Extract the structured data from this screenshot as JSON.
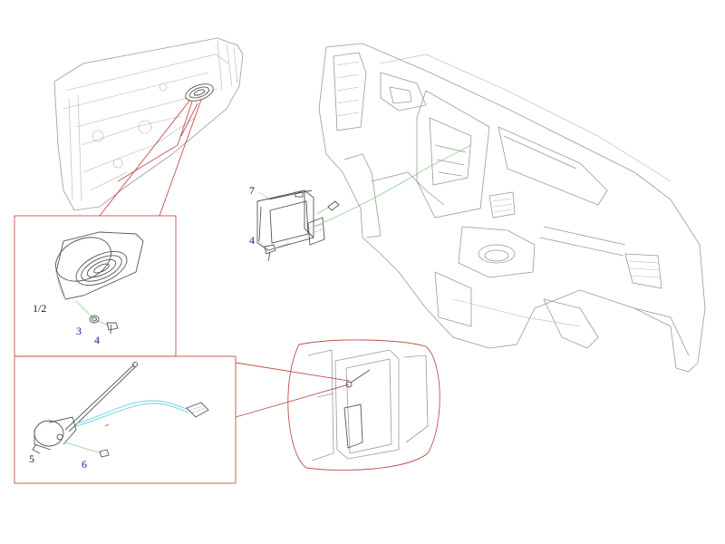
{
  "callouts": {
    "c7": "7",
    "c4_top": "4",
    "c12": "1/2",
    "c3": "3",
    "c4_bottom": "4",
    "c5": "5",
    "c6": "6"
  },
  "colors": {
    "callout_blue": "#1a1a9a",
    "leader_red": "#c0504d",
    "wire_green": "#8fd18f",
    "cable_cyan": "#7fd6e8",
    "line_gray": "#9a9a9a"
  }
}
